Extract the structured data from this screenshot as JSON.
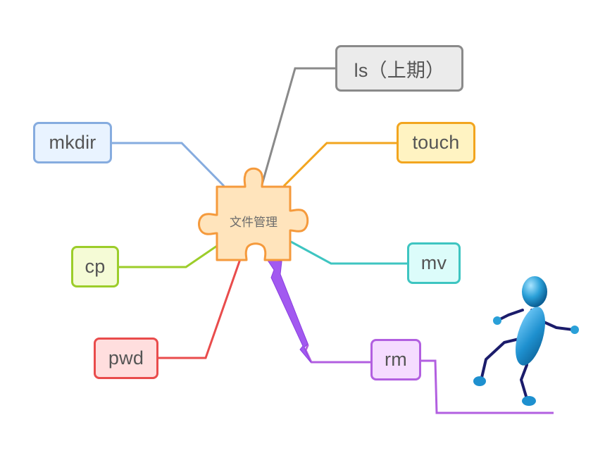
{
  "diagram": {
    "central_topic": "文件管理",
    "branches": [
      {
        "id": "ls",
        "label": "ls（上期）",
        "color": "#8a8a8a"
      },
      {
        "id": "touch",
        "label": "touch",
        "color": "#f2a51f"
      },
      {
        "id": "mkdir",
        "label": "mkdir",
        "color": "#86acdf"
      },
      {
        "id": "mv",
        "label": "mv",
        "color": "#3ec5c1"
      },
      {
        "id": "cp",
        "label": "cp",
        "color": "#9ccd2a"
      },
      {
        "id": "pwd",
        "label": "pwd",
        "color": "#e94c4c"
      },
      {
        "id": "rm",
        "label": "rm",
        "color": "#b25fe0"
      }
    ],
    "center_color": "#f59a3c",
    "figure_color": "#1a8fc9"
  }
}
